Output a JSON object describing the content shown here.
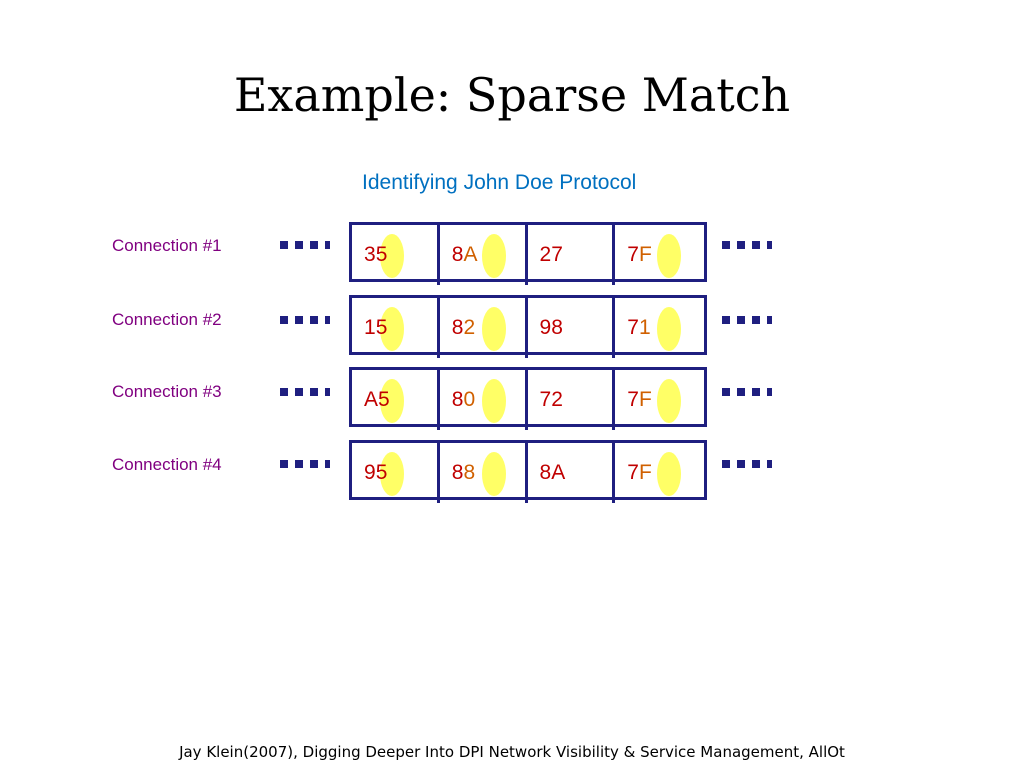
{
  "title": "Example: Sparse Match",
  "subtitle": "Identifying John Doe Protocol",
  "connections": [
    {
      "label": "Connection #1",
      "cells": [
        {
          "a": "3",
          "b": "5"
        },
        {
          "a": "8",
          "b": "A"
        },
        {
          "a": "27",
          "b": ""
        },
        {
          "a": "7",
          "b": "F"
        }
      ]
    },
    {
      "label": "Connection #2",
      "cells": [
        {
          "a": "1",
          "b": "5"
        },
        {
          "a": "8",
          "b": "2"
        },
        {
          "a": "98",
          "b": ""
        },
        {
          "a": "7",
          "b": "1"
        }
      ]
    },
    {
      "label": "Connection #3",
      "cells": [
        {
          "a": "A",
          "b": "5"
        },
        {
          "a": "8",
          "b": "0"
        },
        {
          "a": "72",
          "b": ""
        },
        {
          "a": "7",
          "b": "F"
        }
      ]
    },
    {
      "label": "Connection #4",
      "cells": [
        {
          "a": "9",
          "b": "5"
        },
        {
          "a": "8",
          "b": "8"
        },
        {
          "a": "8A",
          "b": ""
        },
        {
          "a": "7",
          "b": "F"
        }
      ]
    }
  ],
  "highlighted_columns": [
    true,
    true,
    false,
    true
  ],
  "ellipsis_text": "....",
  "footer": "Jay Klein(2007), Digging Deeper Into DPI Network Visibility & Service Management, AllOt",
  "colors": {
    "title": "#000000",
    "subtitle": "#0070c0",
    "connection_label": "#800080",
    "byte_text": "#c00000",
    "matched_digit": "#d06000",
    "cell_border": "#1f1f80",
    "dots": "#1f1f80",
    "highlight": "#ffff66"
  }
}
